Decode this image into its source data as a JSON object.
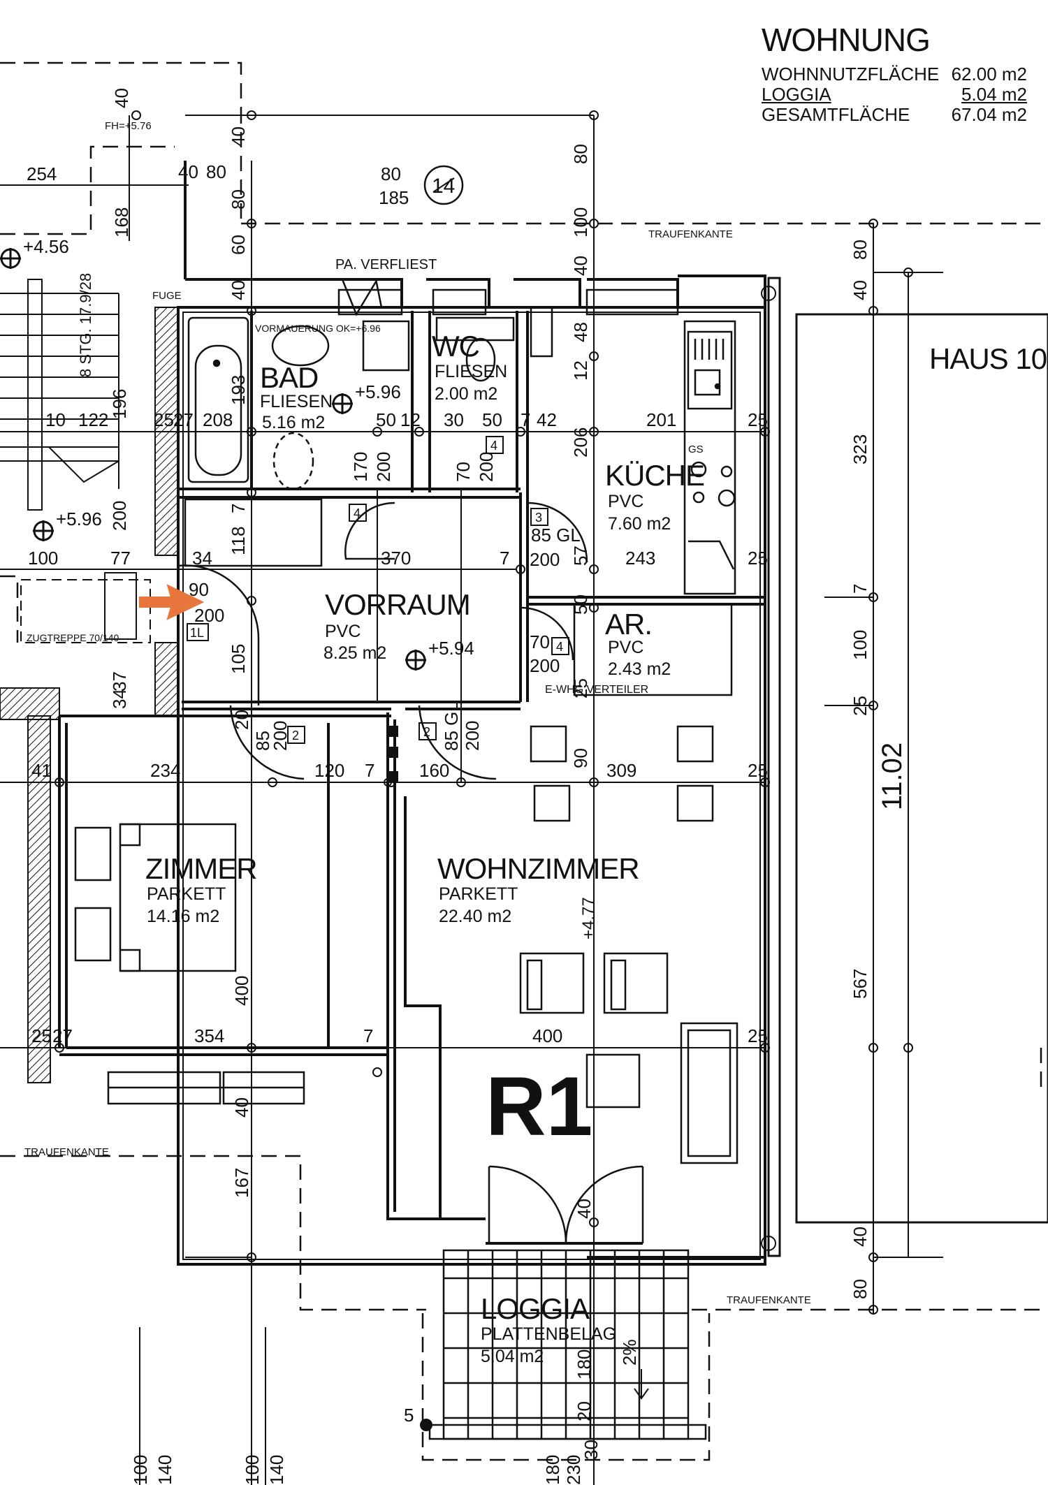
{
  "legend": {
    "title": "WOHNUNG",
    "rows": [
      {
        "label": "WOHNNUTZFLÄCHE",
        "value": "62.00 m2"
      },
      {
        "label": "LOGGIA",
        "value": "5.04 m2"
      },
      {
        "label": "GESAMTFLÄCHE",
        "value": "67.04 m2"
      }
    ]
  },
  "building_label": "HAUS 10",
  "unit_label": "R1",
  "unit_number": "14",
  "rooms": {
    "bad": {
      "name": "BAD",
      "floor": "FLIESEN",
      "area": "5.16 m2"
    },
    "wc": {
      "name": "WC",
      "floor": "FLIESEN",
      "area": "2.00 m2"
    },
    "kueche": {
      "name": "KÜCHE",
      "floor": "PVC",
      "area": "7.60 m2"
    },
    "vorraum": {
      "name": "VORRAUM",
      "floor": "PVC",
      "area": "8.25 m2"
    },
    "ar": {
      "name": "AR.",
      "floor": "PVC",
      "area": "2.43 m2"
    },
    "zimmer": {
      "name": "ZIMMER",
      "floor": "PARKETT",
      "area": "14.16 m2"
    },
    "wohnzimmer": {
      "name": "WOHNZIMMER",
      "floor": "PARKETT",
      "area": "22.40 m2"
    },
    "loggia": {
      "name": "LOGGIA",
      "floor": "PLATTENBELAG",
      "area": "5.04 m2"
    }
  },
  "notes": {
    "pa_verfliest": "PA. VERFLIEST",
    "traufenkante_1": "TRAUFENKANTE",
    "traufenkante_2": "TRAUFENKANTE",
    "traufenkante_3": "TRAUFENKANTE",
    "vormauerung": "VORMAUERUNG OK=+6.96",
    "fuge": "FUGE",
    "zugtreppe": "ZUGTREPPE 70/140",
    "e_whg_verteiler": "E-WHG VERTEILER",
    "stg": "8 STG. 17.9/28",
    "fh": "FH=+5.76",
    "gs": "GS",
    "gefaelle": "2%"
  },
  "levels": {
    "l1": "+4.56",
    "l2": "+5.96",
    "l3": "+5.96",
    "l4": "+5.94",
    "l5": "+4.77"
  },
  "dimensions": {
    "top_40": "40",
    "top_254": "254",
    "top_40b": "40",
    "top_80": "80",
    "top_80b": "80",
    "top_185": "185",
    "top_168": "168",
    "v_40": "40",
    "v_80": "80",
    "v_60": "60",
    "v_40b": "40",
    "v_80r": "80",
    "v_100r": "100",
    "v_40r": "40",
    "r_80": "80",
    "r_40": "40",
    "r_323": "323",
    "r_7": "7",
    "r_100": "100",
    "r_25": "25",
    "r_567": "567",
    "r_40b": "40",
    "r_80b": "80",
    "r_total": "11.02",
    "d_10": "10",
    "d_122": "122",
    "d_196": "196",
    "d_25": "25",
    "d_27": "27",
    "d_208": "208",
    "d_193": "193",
    "d_50": "50",
    "d_12": "12",
    "d_30": "30",
    "d_50b": "50",
    "d_7": "7",
    "d_42": "42",
    "d_201": "201",
    "d_25b": "25",
    "d_206": "206",
    "d_12b": "12",
    "d_48": "48",
    "d_200a": "200",
    "d_100": "100",
    "d_77": "77",
    "d_34": "34",
    "d_118": "118",
    "d_7b": "7",
    "d_370": "370",
    "d_7c": "7",
    "d_170": "170",
    "d_200b": "200",
    "d_70": "70",
    "d_200c": "200",
    "d_85gl": "85 GL",
    "d_200d": "200",
    "d_57": "57",
    "d_243": "243",
    "d_25c": "25",
    "d_50c": "50",
    "d_90": "90",
    "d_200e": "200",
    "d_105": "105",
    "d_70b": "70",
    "d_200f": "200",
    "d_25d": "25",
    "d_41": "41",
    "d_234": "234",
    "d_120": "120",
    "d_7d": "7",
    "d_160": "160",
    "d_309": "309",
    "d_25e": "25",
    "d_90b": "90",
    "d_85": "85",
    "d_200g": "200",
    "d_85gl2": "85 GL",
    "d_200h": "200",
    "d_20": "20",
    "d_400": "400",
    "d_25f": "25",
    "d_27b": "27",
    "d_354": "354",
    "d_7e": "7",
    "d_400b": "400",
    "d_25g": "25",
    "d_37": "37",
    "d_34b": "34",
    "d_40c": "40",
    "d_167": "167",
    "d_40d": "40",
    "d_180": "180",
    "d_20b": "20",
    "d_5": "5",
    "b_100": "100",
    "b_140": "140",
    "b_100b": "100",
    "b_140b": "140",
    "b_180": "180",
    "b_230": "230",
    "b_30": "30"
  },
  "door_tags": {
    "t4a": "4",
    "t4b": "4",
    "t3": "3",
    "t4c": "4",
    "t2a": "2",
    "t2b": "2",
    "t1l": "1L"
  }
}
